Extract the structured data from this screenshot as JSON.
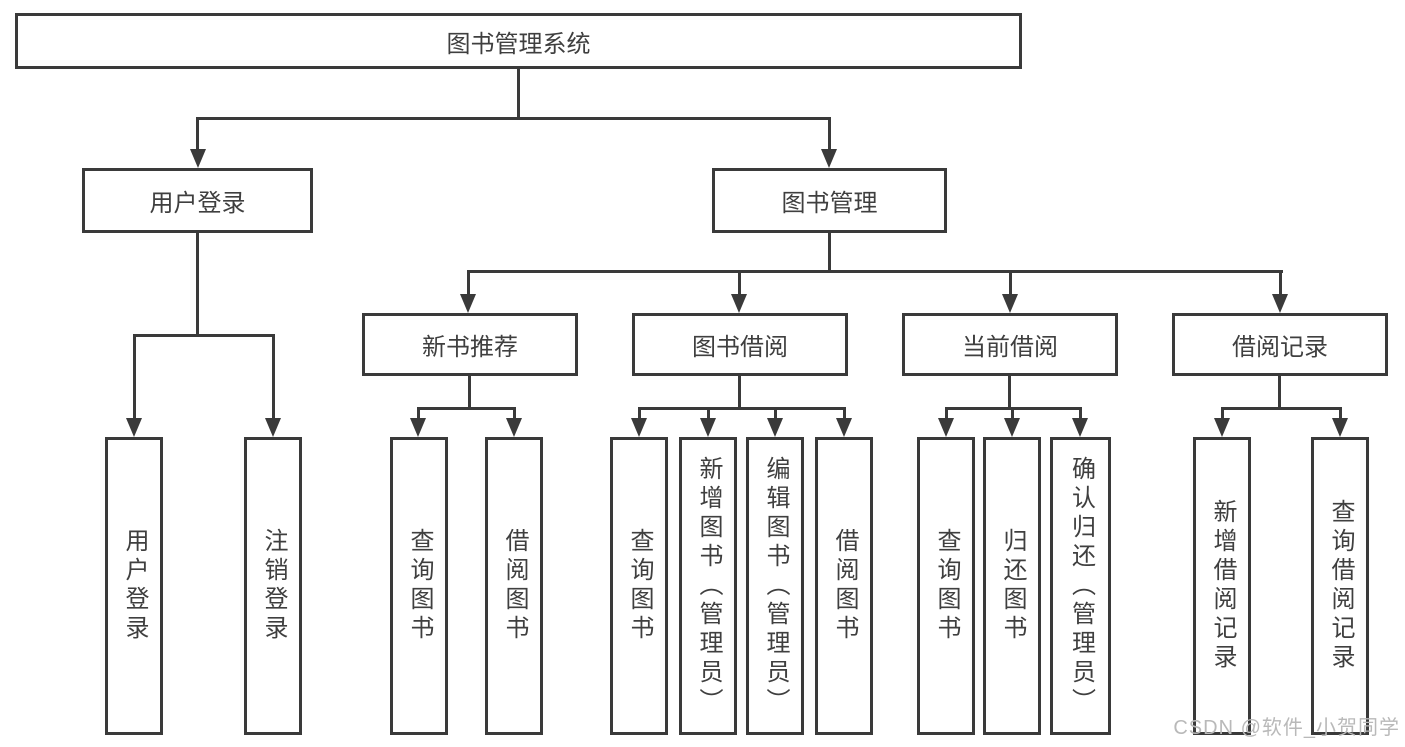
{
  "diagram": {
    "root": {
      "label": "图书管理系统",
      "children": [
        {
          "label": "用户登录",
          "children": [
            {
              "label": "用户登录"
            },
            {
              "label": "注销登录"
            }
          ]
        },
        {
          "label": "图书管理",
          "children": [
            {
              "label": "新书推荐",
              "children": [
                {
                  "label": "查询图书"
                },
                {
                  "label": "借阅图书"
                }
              ]
            },
            {
              "label": "图书借阅",
              "children": [
                {
                  "label": "查询图书"
                },
                {
                  "label": "新增图书（管理员）"
                },
                {
                  "label": "编辑图书（管理员）"
                },
                {
                  "label": "借阅图书"
                }
              ]
            },
            {
              "label": "当前借阅",
              "children": [
                {
                  "label": "查询图书"
                },
                {
                  "label": "归还图书"
                },
                {
                  "label": "确认归还（管理员）"
                }
              ]
            },
            {
              "label": "借阅记录",
              "children": [
                {
                  "label": "新增借阅记录"
                },
                {
                  "label": "查询借阅记录"
                }
              ]
            }
          ]
        }
      ]
    }
  },
  "watermark": {
    "text": "CSDN @软件_小贺同学"
  },
  "colors": {
    "line": "#3a3a3a",
    "text": "#3f3f3f",
    "watermark": "#b9b9b9",
    "background": "#ffffff"
  }
}
